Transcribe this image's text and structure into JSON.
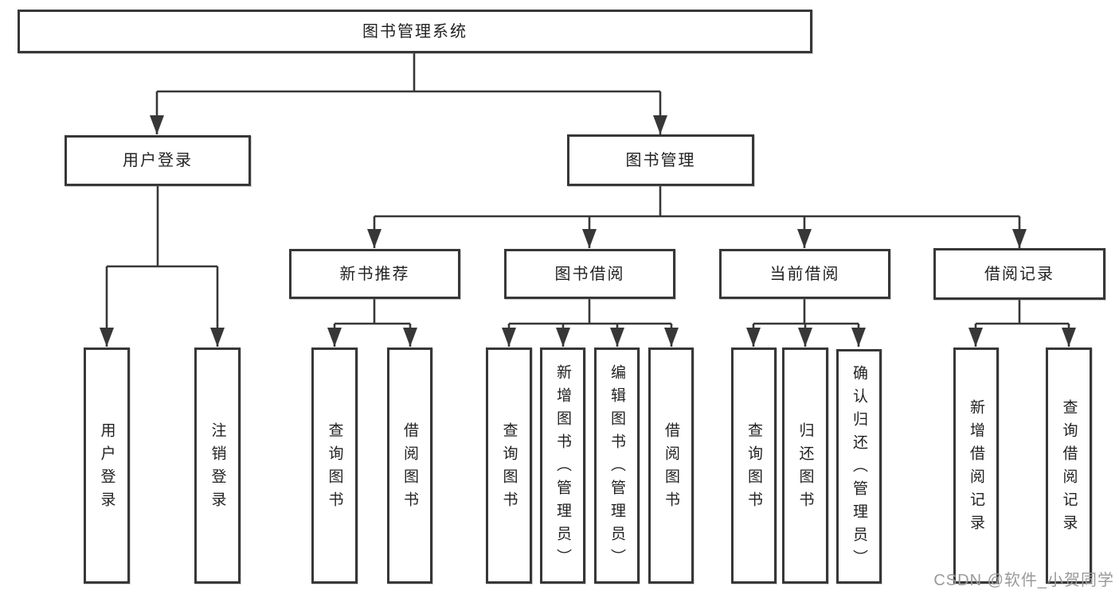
{
  "watermark": "CSDN @软件_小贺同学",
  "diagram": {
    "root": {
      "label": "图书管理系统"
    },
    "branches": [
      {
        "label": "用户登录",
        "children": [
          {
            "label": "用户登录"
          },
          {
            "label": "注销登录"
          }
        ]
      },
      {
        "label": "图书管理",
        "children": [
          {
            "label": "新书推荐",
            "children": [
              {
                "label": "查询图书"
              },
              {
                "label": "借阅图书"
              }
            ]
          },
          {
            "label": "图书借阅",
            "children": [
              {
                "label": "查询图书"
              },
              {
                "label": "新增图书（管理员）"
              },
              {
                "label": "编辑图书（管理员）"
              },
              {
                "label": "借阅图书"
              }
            ]
          },
          {
            "label": "当前借阅",
            "children": [
              {
                "label": "查询图书"
              },
              {
                "label": "归还图书"
              },
              {
                "label": "确认归还（管理员）"
              }
            ]
          },
          {
            "label": "借阅记录",
            "children": [
              {
                "label": "新增借阅记录"
              },
              {
                "label": "查询借阅记录"
              }
            ]
          }
        ]
      }
    ]
  },
  "colors": {
    "line": "#373737",
    "text": "#222222",
    "watermark_gray": "#9a9a9a",
    "background": "#ffffff"
  }
}
